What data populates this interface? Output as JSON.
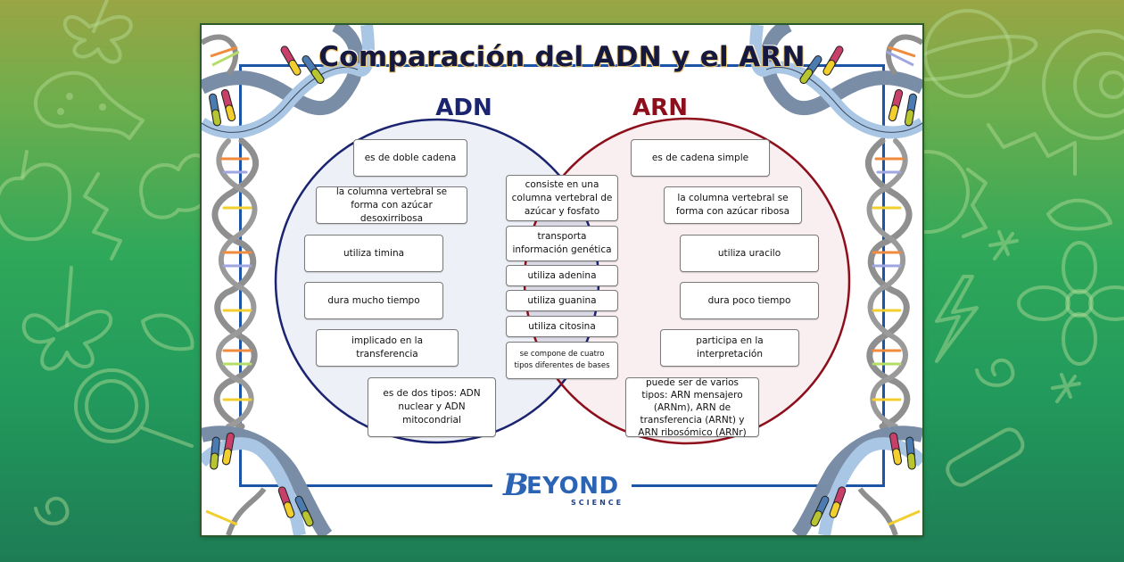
{
  "poster": {
    "title": "Comparación del ADN y el ARN",
    "sets": {
      "left": {
        "label": "ADN",
        "color": "#1b2470",
        "fill": "#eef0f7"
      },
      "right": {
        "label": "ARN",
        "color": "#8e0f1c",
        "fill": "#f9eef0"
      },
      "overlap_fill": "#dcd9e6"
    },
    "adn_only": [
      "es de doble cadena",
      "la columna vertebral se forma con azúcar desoxirribosa",
      "utiliza timina",
      "dura mucho tiempo",
      "implicado en la transferencia",
      "es de dos tipos: ADN nuclear y ADN mitocondrial"
    ],
    "both": [
      "consiste en una columna vertebral de azúcar y fosfato",
      "transporta información genética",
      "utiliza adenina",
      "utiliza guanina",
      "utiliza citosina",
      "se compone de cuatro tipos diferentes de bases"
    ],
    "arn_only": [
      "es de cadena simple",
      "la columna vertebral se forma con azúcar ribosa",
      "utiliza uracilo",
      "dura poco tiempo",
      "participa en la interpretación",
      "puede ser de varios tipos: ARN mensajero (ARNm), ARN de transferencia (ARNt) y ARN ribosómico (ARNr)"
    ],
    "logo": {
      "main_initial": "B",
      "main_rest": "EYOND",
      "sub": "SCIENCE",
      "color": "#2b63b5"
    },
    "frame_color": "#1d55a6"
  },
  "background": {
    "gradient_top": "#9aa544",
    "gradient_bottom": "#1e7c55",
    "doodle_icons": [
      "butterfly-icon",
      "flask-icon",
      "apple-icon",
      "lightning-icon",
      "magnifier-icon",
      "planet-icon",
      "shell-icon",
      "sun-icon",
      "flower-icon",
      "star-icon",
      "spiral-icon",
      "test-tube-icon",
      "leaf-icon",
      "cloud-icon"
    ]
  }
}
